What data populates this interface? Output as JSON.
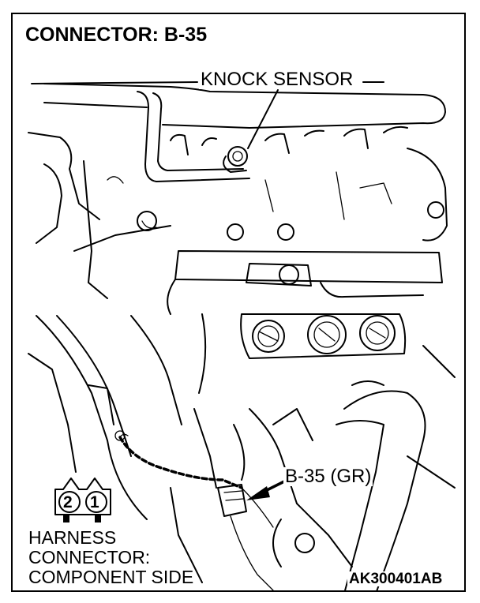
{
  "title": "CONNECTOR: B-35",
  "callouts": {
    "knock_sensor": "KNOCK SENSOR",
    "connector": "B-35 (GR)"
  },
  "harness": {
    "line1": "HARNESS",
    "line2": "CONNECTOR:",
    "line3": "COMPONENT SIDE",
    "pins": [
      "2",
      "1"
    ]
  },
  "figure_code": "AK300401AB"
}
